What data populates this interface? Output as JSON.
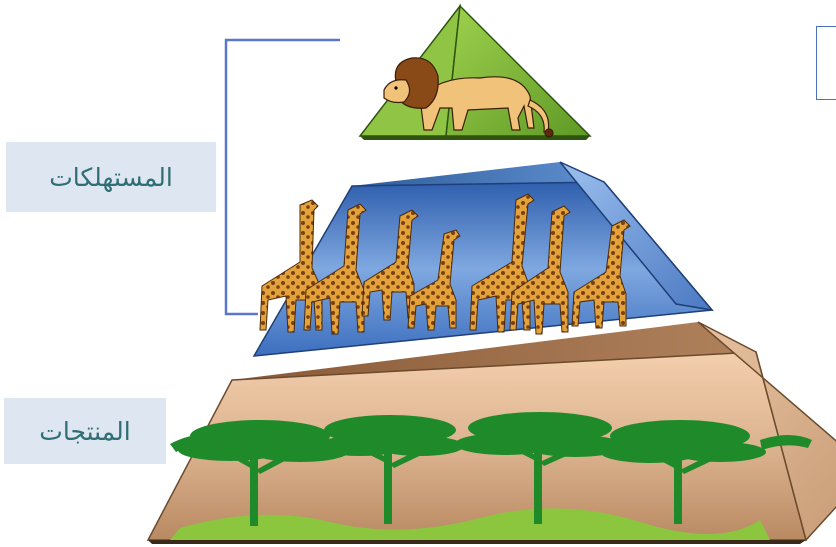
{
  "diagram": {
    "type": "ecological-pyramid",
    "levels": [
      {
        "name": "lion",
        "tier": "top"
      },
      {
        "name": "giraffes",
        "tier": "middle"
      },
      {
        "name": "acacia-trees",
        "tier": "base"
      }
    ],
    "labels": {
      "consumers": "المستهلكات",
      "producers": "المنتجات"
    }
  },
  "colors": {
    "top_tier": "#7fb23a",
    "middle_tier": "#5f8fd6",
    "base_tier": "#d6b08a",
    "trees": "#1f8a2a",
    "label_bg": "#dde6f1",
    "label_text": "#2e6e74",
    "bracket": "#5b78c8"
  }
}
